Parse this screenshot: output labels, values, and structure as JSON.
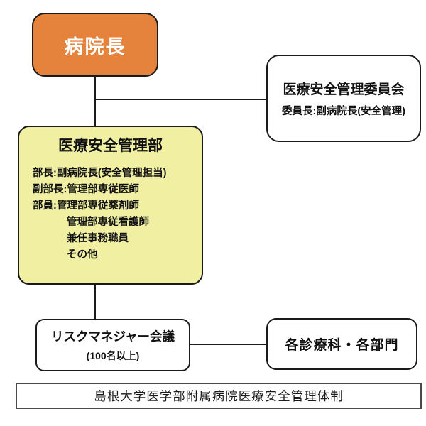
{
  "colors": {
    "director_fill": "#E5823C",
    "department_fill": "#F1F0A2",
    "box_border": "#1a1a1a",
    "caption_border": "#4a4a4a",
    "connector": "#1a1a1a",
    "director_text": "#ffffff",
    "text": "#111111"
  },
  "nodes": {
    "director": {
      "label": "病院長"
    },
    "committee": {
      "title": "医療安全管理委員会",
      "subtitle": "委員長:副病院長(安全管理)"
    },
    "department": {
      "title": "医療安全管理部",
      "lines": [
        {
          "text": "部長:副病院長(安全管理担当)",
          "indent": false
        },
        {
          "text": "副部長:管理部専従医師",
          "indent": false
        },
        {
          "text": "部員:管理部専従薬剤師",
          "indent": false
        },
        {
          "text": "管理部専従看護師",
          "indent": true
        },
        {
          "text": "兼任事務職員",
          "indent": true
        },
        {
          "text": "その他",
          "indent": true
        }
      ]
    },
    "risk_meeting": {
      "title": "リスクマネジャー会議",
      "subtitle": "(100名以上)"
    },
    "clinical_departments": {
      "title": "各診療科・各部門"
    },
    "caption": {
      "text": "島根大学医学部附属病院医療安全管理体制"
    }
  }
}
